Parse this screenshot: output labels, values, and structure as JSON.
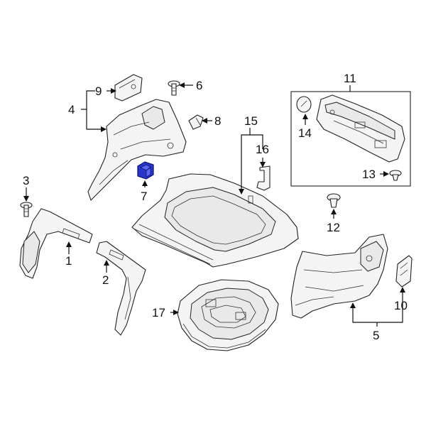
{
  "callouts": {
    "c1": "1",
    "c2": "2",
    "c3": "3",
    "c4": "4",
    "c5": "5",
    "c6": "6",
    "c7": "7",
    "c8": "8",
    "c9": "9",
    "c10": "10",
    "c11": "11",
    "c12": "12",
    "c13": "13",
    "c14": "14",
    "c15": "15",
    "c16": "16",
    "c17": "17"
  },
  "colors": {
    "highlight": "#2a36c9",
    "line": "#222222"
  }
}
